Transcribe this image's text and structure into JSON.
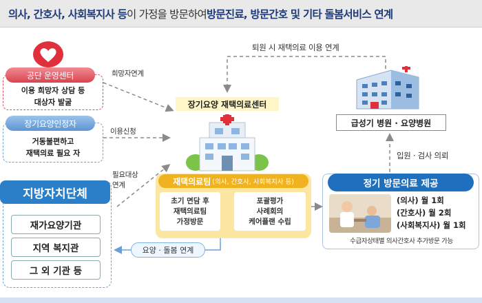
{
  "title": {
    "part1": "의사, 간호사, 사회복지사 등",
    "part2": "이 가정을 방문하여 ",
    "part3": "방문진료, 방문간호 및 기타 돌봄서비스 연계"
  },
  "nodes": {
    "nhis_center": {
      "label": "공단 운영센터",
      "lines": [
        "이용 희망자 상담 등",
        "대상자 발굴"
      ]
    },
    "ltc_recipient": {
      "label": "장기요양인정자",
      "lines": [
        "거동불편하고",
        "재택의료 필요 자"
      ]
    },
    "local_gov": {
      "title": "지방자치단체",
      "items": [
        "재가요양기관",
        "지역 복지관",
        "그 외 기관 등"
      ]
    },
    "home_care_center": {
      "label": "장기요양 재택의료센터"
    },
    "home_care_team": {
      "title": "재택의료팀",
      "title_sub": "(의사, 간호사, 사회복지사 등)",
      "step1": [
        "초기 면담 후",
        "재택의료팀",
        "가정방문"
      ],
      "step2": [
        "포괄평가",
        "사례회의",
        "케어플랜 수립"
      ]
    },
    "hospital": {
      "label": "급성기 병원 · 요양병원"
    },
    "regular_visit": {
      "title": "정기 방문의료 제공",
      "lines": [
        "(의사) 월 1회",
        "(간호사) 월 2회",
        "(사회복지사) 월 1회"
      ],
      "note": "수급자상태별 의사간호사 추가방문 가능"
    }
  },
  "edges": {
    "hope_link": "희망자연계",
    "use_apply": "이용신청",
    "need_link_1": "필요대상",
    "need_link_2": "연계",
    "discharge_link": "퇴원 시 재택의료 이용 연계",
    "admission": "입원 · 검사 의뢰",
    "care_link": "요양 · 돌봄 연계"
  },
  "colors": {
    "red": "#d9434f",
    "blue": "#2b7fc9",
    "yellow": "#f0b21f",
    "navy": "#1f6fbf"
  }
}
